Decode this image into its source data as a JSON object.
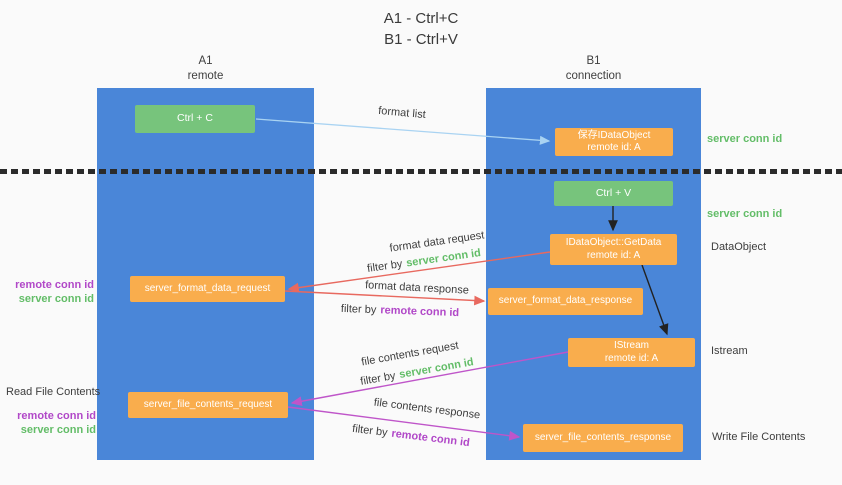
{
  "title": {
    "line1": "A1 - Ctrl+C",
    "line2": "B1 - Ctrl+V"
  },
  "lanes": {
    "left": {
      "title": "A1",
      "subtitle": "remote"
    },
    "right": {
      "title": "B1",
      "subtitle": "connection"
    }
  },
  "nodes": {
    "ctrl_c": {
      "label": "Ctrl + C"
    },
    "save_idataobject": {
      "line1": "保存IDataObject",
      "line2": "remote id: A"
    },
    "ctrl_v": {
      "label": "Ctrl + V"
    },
    "getdata": {
      "line1": "IDataObject::GetData",
      "line2": "remote id: A"
    },
    "format_request": {
      "label": "server_format_data_request"
    },
    "format_response": {
      "label": "server_format_data_response"
    },
    "istream": {
      "line1": "IStream",
      "line2": "remote id: A"
    },
    "file_request": {
      "label": "server_file_contents_request"
    },
    "file_response": {
      "label": "server_file_contents_response"
    }
  },
  "arrow_labels": {
    "format_list": "format list",
    "format_data_request": "format data request",
    "format_data_response": "format data response",
    "file_contents_request": "file contents request",
    "file_contents_response": "file contents response",
    "filter_by": "filter by",
    "server_conn_id": "server conn id",
    "remote_conn_id": "remote conn id"
  },
  "side_labels": {
    "server_conn_id_top": "server conn id",
    "server_conn_id_mid": "server conn id",
    "dataobject": "DataObject",
    "istream": "Istream",
    "write_file_contents": "Write File Contents",
    "read_file_contents": "Read File Contents",
    "left_mid": {
      "remote_conn_id": "remote conn id",
      "server_conn_id": "server conn id"
    },
    "left_bottom": {
      "remote_conn_id": "remote conn id",
      "server_conn_id": "server conn id"
    }
  },
  "colors": {
    "lane_blue": "#4a86d8",
    "node_green": "#77c47c",
    "node_orange": "#f9ad4d",
    "arrow_red": "#e8695f",
    "arrow_light_blue": "#a9d3f2",
    "arrow_purple": "#bf55c9",
    "arrow_black": "#222222",
    "text_green": "#63bd68",
    "text_purple": "#b148c8",
    "text_dark": "#3d3d3d"
  }
}
